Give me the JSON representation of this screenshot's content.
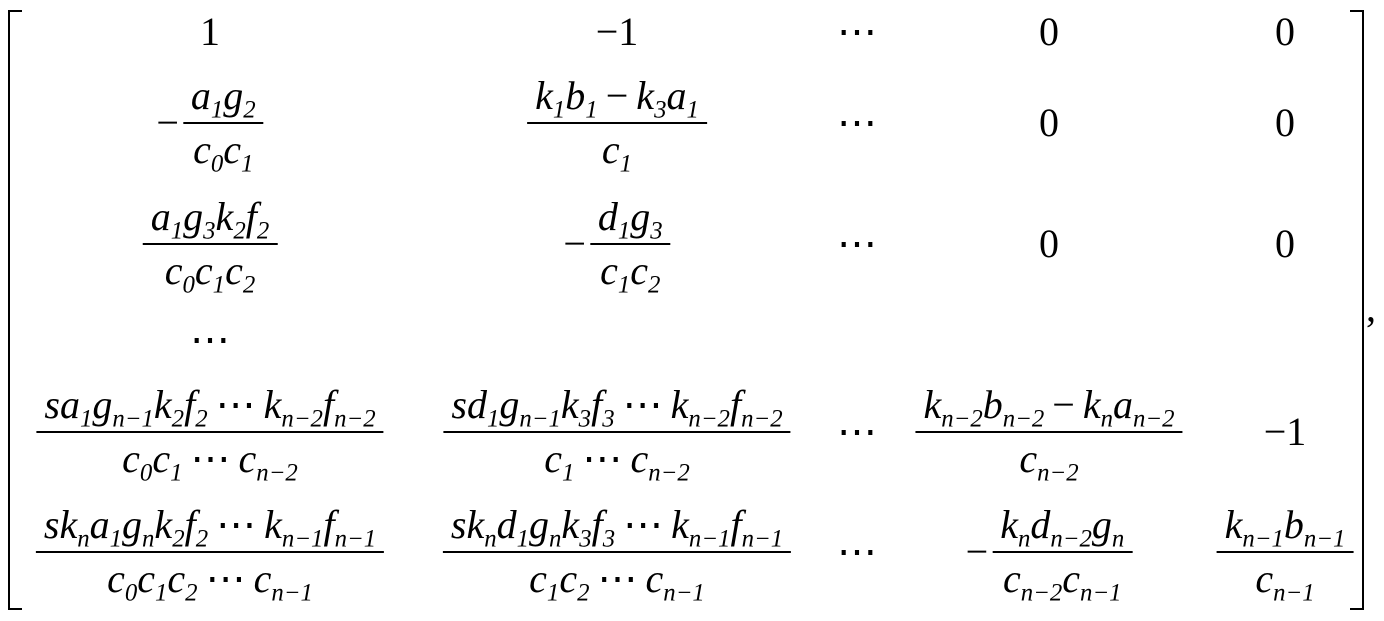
{
  "matrix": {
    "trailing_punctuation": ",",
    "rows": [
      [
        {
          "text": "1"
        },
        {
          "text": "−1"
        },
        {
          "text": "⋯"
        },
        {
          "text": "0"
        },
        {
          "text": "0"
        }
      ],
      [
        {
          "sign": "−",
          "num": "a₁g₂",
          "den": "c₀c₁"
        },
        {
          "num": "k₁b₁ − k₃a₁",
          "den": "c₁"
        },
        {
          "text": "⋯"
        },
        {
          "text": "0"
        },
        {
          "text": "0"
        }
      ],
      [
        {
          "num": "a₁g₃k₂f₂",
          "den": "c₀c₁c₂"
        },
        {
          "sign": "−",
          "num": "d₁g₃",
          "den": "c₁c₂"
        },
        {
          "text": "⋯"
        },
        {
          "text": "0"
        },
        {
          "text": "0"
        }
      ],
      [
        {
          "text": "⋯"
        }
      ],
      [
        {
          "num": "sa₁gₙ₋₁k₂f₂ ⋯ kₙ₋₂fₙ₋₂",
          "den": "c₀c₁ ⋯ cₙ₋₂"
        },
        {
          "num": "sd₁gₙ₋₁k₃f₃ ⋯ kₙ₋₂fₙ₋₂",
          "den": "c₁ ⋯ cₙ₋₂"
        },
        {
          "text": "⋯"
        },
        {
          "num": "kₙ₋₂bₙ₋₂ − kₙaₙ₋₂",
          "den": "cₙ₋₂"
        },
        {
          "text": "−1"
        }
      ],
      [
        {
          "num": "skₙa₁gₙk₂f₂ ⋯ kₙ₋₁fₙ₋₁",
          "den": "c₀c₁c₂ ⋯ cₙ₋₁"
        },
        {
          "num": "skₙd₁gₙk₃f₃ ⋯ kₙ₋₁fₙ₋₁",
          "den": "c₁c₂ ⋯ cₙ₋₁"
        },
        {
          "text": "⋯"
        },
        {
          "sign": "−",
          "num": "kₙdₙ₋₂gₙ",
          "den": "cₙ₋₂cₙ₋₁"
        },
        {
          "num": "kₙ₋₁bₙ₋₁",
          "den": "cₙ₋₁"
        }
      ]
    ]
  }
}
